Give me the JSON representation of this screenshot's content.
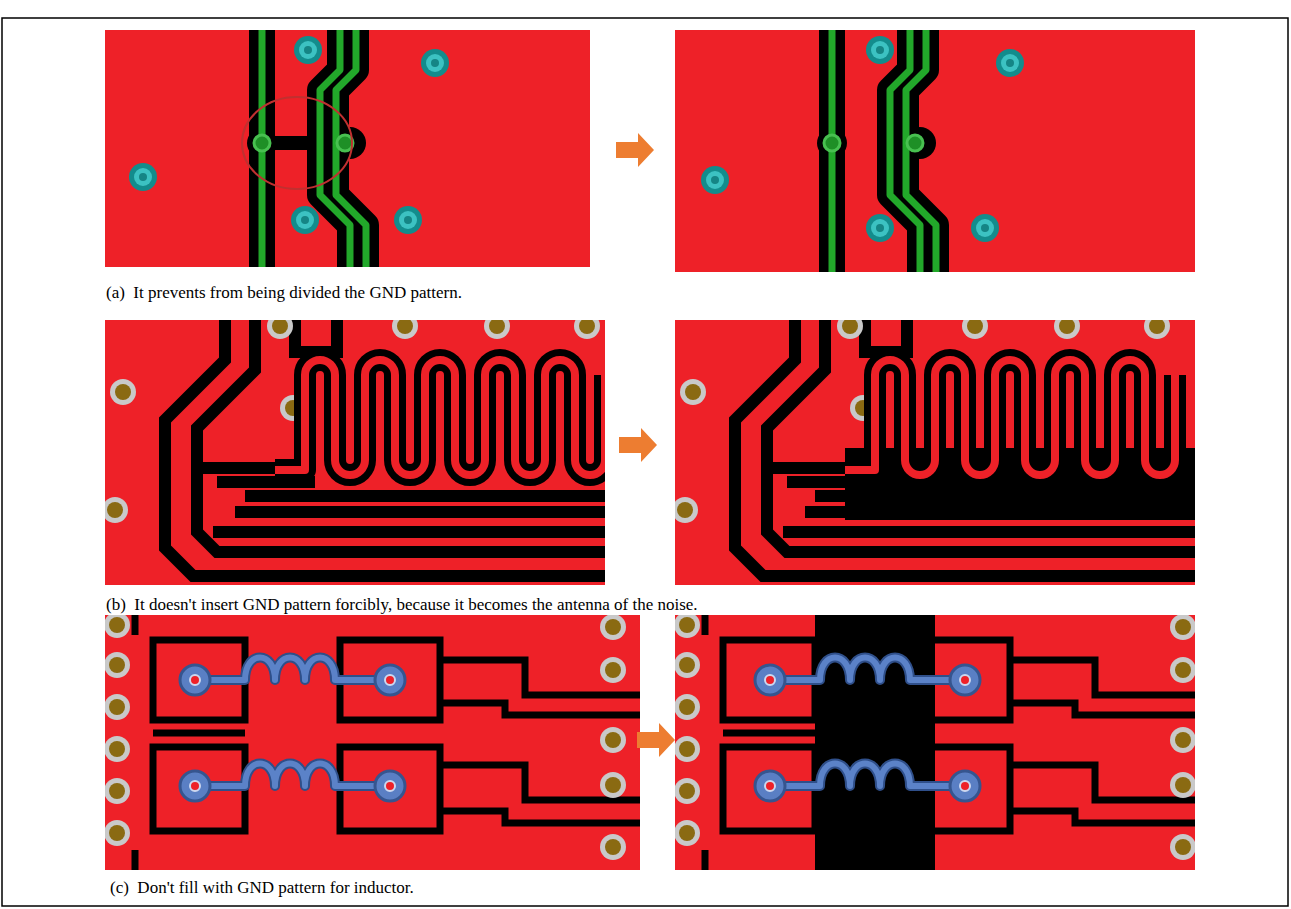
{
  "diagram": {
    "labels": [
      "(a)  It prevents from being divided the GND pattern.",
      "(b)  It doesn't insert GND pattern forcibly, because it becomes the antenna of the noise.",
      "(c)  Don't fill with GND pattern for inductor."
    ]
  }
}
